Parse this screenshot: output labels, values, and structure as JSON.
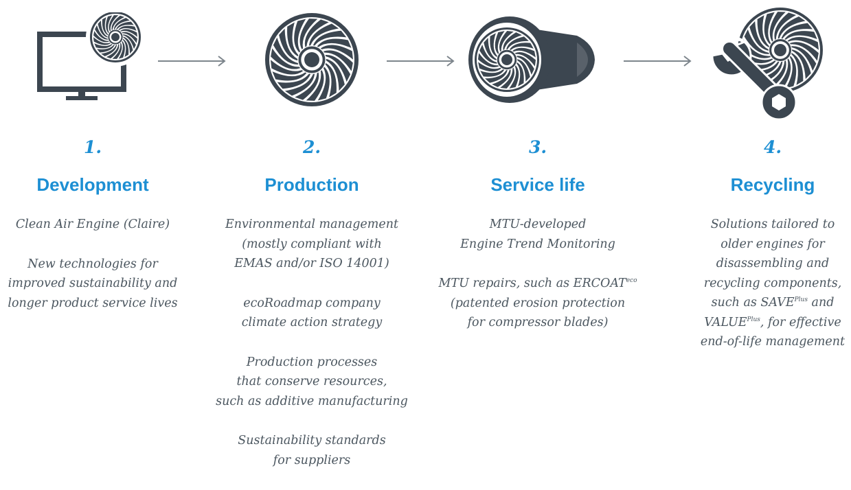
{
  "colors": {
    "accent": "#1d8fd3",
    "text": "#4c5760",
    "icon": "#3c4650",
    "arrow": "#7d858c"
  },
  "stages": [
    {
      "number": "1.",
      "title": "Development",
      "icon": "monitor-turbine-icon",
      "paragraphs": [
        [
          "Clean Air Engine (Claire)"
        ],
        [
          "New technologies for",
          "improved sustainability and",
          "longer product service lives"
        ]
      ]
    },
    {
      "number": "2.",
      "title": "Production",
      "icon": "turbine-fan-icon",
      "paragraphs": [
        [
          "Environmental management",
          "(mostly compliant with",
          "EMAS and/or ISO 14001)"
        ],
        [
          "ecoRoadmap company",
          "climate action strategy"
        ],
        [
          "Production processes",
          "that conserve resources,",
          "such as additive manufacturing"
        ],
        [
          "Sustainability standards",
          "for suppliers"
        ]
      ]
    },
    {
      "number": "3.",
      "title": "Service life",
      "icon": "jet-engine-icon",
      "paragraphs": [
        [
          "MTU-developed",
          "Engine Trend Monitoring"
        ],
        [
          "MTU repairs, such as ERCOAT",
          "(patented erosion protection",
          "for compressor blades)"
        ]
      ],
      "ercoat_superscript": "eco"
    },
    {
      "number": "4.",
      "title": "Recycling",
      "icon": "wrench-turbine-icon",
      "paragraphs": [
        [
          "Solutions tailored to",
          "older engines for",
          "disassembling and",
          "recycling components,"
        ]
      ],
      "rich_lines": {
        "line5_a": "such as SAVE",
        "line5_sup": "Plus",
        "line5_b": " and",
        "line6_a": "VALUE",
        "line6_sup": "Plus",
        "line6_b": ", for effective",
        "line7": "end-of-life management"
      }
    }
  ],
  "arrows": [
    "arrow-right-icon",
    "arrow-right-icon",
    "arrow-right-icon"
  ]
}
